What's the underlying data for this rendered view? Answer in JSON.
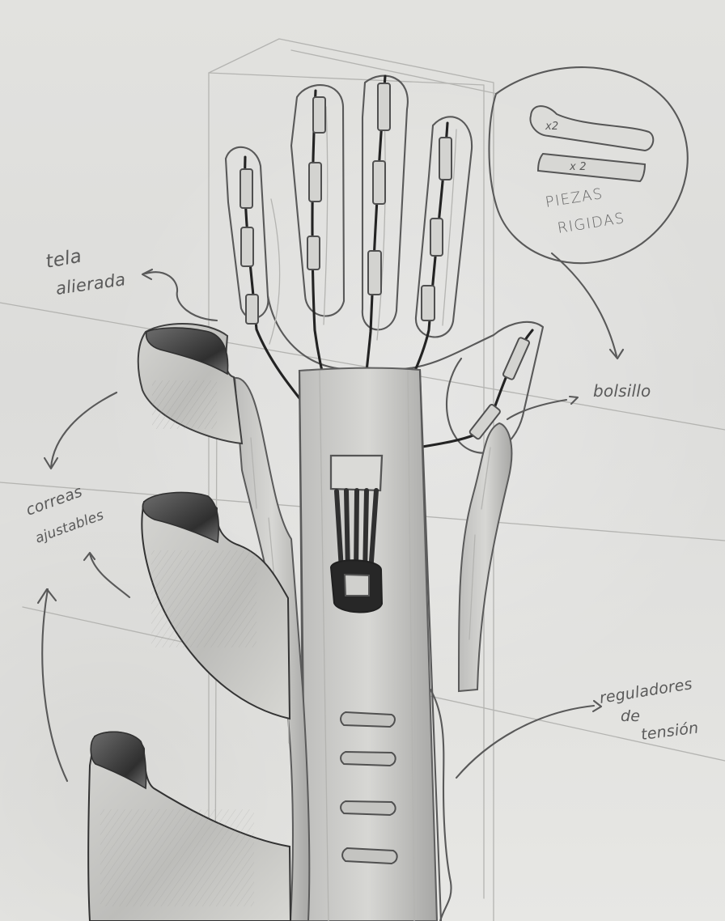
{
  "labels": {
    "fabric": [
      "tela",
      "alierada"
    ],
    "straps": [
      "correas",
      "ajustables"
    ],
    "rigid_pieces": [
      "PIEZAS",
      "RIGIDAS"
    ],
    "pocket": "bolsillo",
    "tension_regulators": [
      "reguladores",
      "de",
      "tensión"
    ],
    "piece_count_top": "x2",
    "piece_count_bottom": "x 2"
  },
  "colors": {
    "paper": "#e2e2df",
    "graphite": "#595959",
    "dark_graphite": "#232323"
  }
}
